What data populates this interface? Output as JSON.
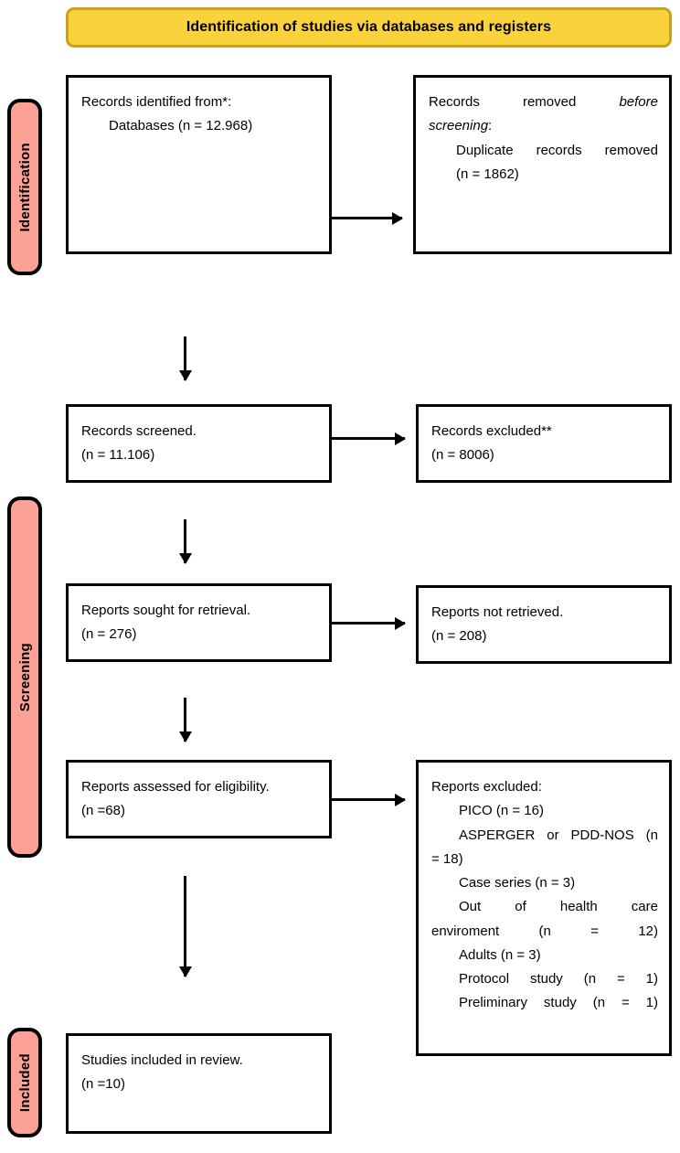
{
  "header": {
    "title": "Identification of studies via databases and registers",
    "fill_color": "#F9D23C",
    "border_color": "#C8A21C"
  },
  "stage_labels": {
    "fill_color": "#FBA196",
    "identification": "Identification",
    "screening": "Screening",
    "included": "Included"
  },
  "boxes": {
    "records_identified": {
      "line1": "Records identified from*:",
      "line2": "Databases (n = 12.968)"
    },
    "records_removed": {
      "line1_a": "Records removed ",
      "line1_b": "before",
      "line2_a": "screening",
      "line2_b": ":",
      "line3": "Duplicate records removed",
      "line4": "(n = 1862)"
    },
    "records_screened": {
      "line1": "Records screened.",
      "line2": "(n = 11.106)"
    },
    "records_excluded": {
      "line1": "Records excluded**",
      "line2": "(n = 8006)"
    },
    "reports_sought": {
      "line1": "Reports sought for retrieval.",
      "line2": "(n = 276)"
    },
    "reports_not_retrieved": {
      "line1": "Reports not retrieved.",
      "line2": "(n = 208)"
    },
    "reports_assessed": {
      "line1": "Reports assessed for eligibility.",
      "line2": "(n =68)"
    },
    "reports_excluded": {
      "heading": "Reports excluded:",
      "reasons": [
        "PICO (n = 16)",
        "ASPERGER or PDD-NOS (n",
        "= 18)",
        "Case series (n = 3)",
        "Out of health care",
        "enviroment (n = 12)",
        "Adults (n = 3)",
        "Protocol study (n = 1)",
        "Preliminary study (n = 1)"
      ]
    },
    "studies_included": {
      "line1": "Studies included in review.",
      "line2": "(n =10)"
    }
  }
}
